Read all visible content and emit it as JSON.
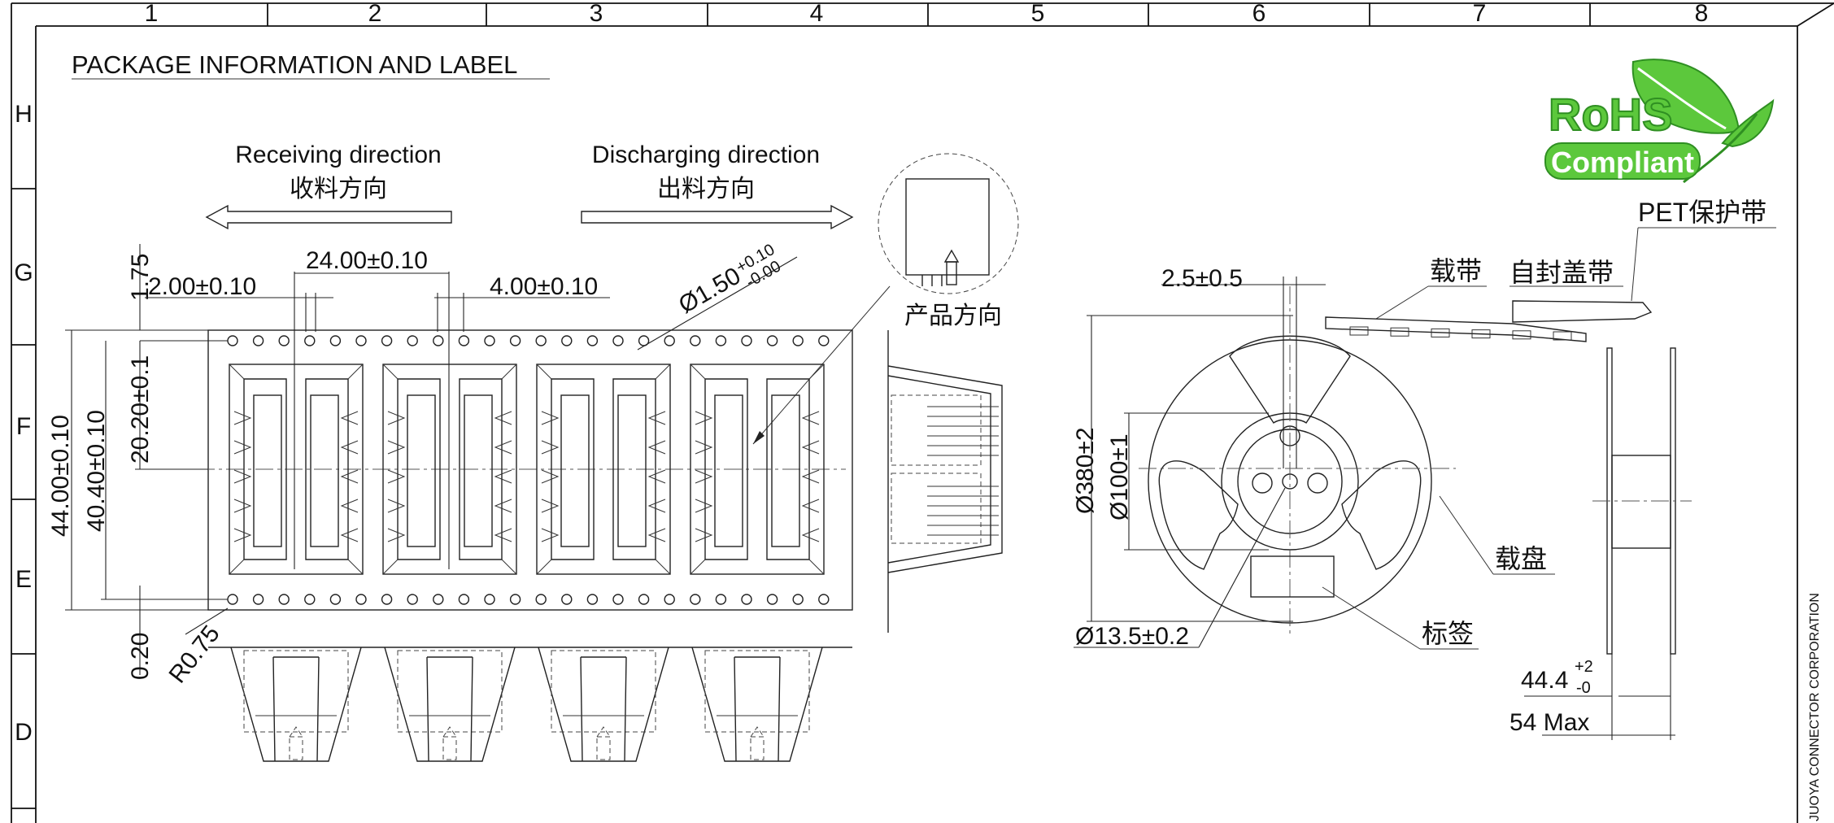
{
  "title": "PACKAGE INFORMATION AND LABEL",
  "grid_columns": [
    "1",
    "2",
    "3",
    "4",
    "5",
    "6",
    "7",
    "8"
  ],
  "grid_rows": [
    "H",
    "G",
    "F",
    "E",
    "D"
  ],
  "rohs": {
    "line1": "RoHS",
    "line2": "Compliant",
    "green": "#5cc83c",
    "dark_green": "#2f8f22"
  },
  "directions": {
    "receiving_en": "Receiving direction",
    "receiving_cn": "收料方向",
    "discharging_en": "Discharging direction",
    "discharging_cn": "出料方向"
  },
  "product_orientation": "产品方向",
  "tape_dims": {
    "d_175": "1.75",
    "d_2": "2.00±0.10",
    "d_24": "24.00±0.10",
    "d_4": "4.00±0.10",
    "d_hole_base": "Ø1.50",
    "d_hole_plus": "+0.10",
    "d_hole_minus": "-0.00",
    "d_2020": "20.20±0.1",
    "d_44": "44.00±0.10",
    "d_4040": "40.40±0.10",
    "d_020": "0.20",
    "d_r075": "R0.75"
  },
  "reel_dims": {
    "d_25": "2.5±0.5",
    "d_380": "Ø380±2",
    "d_100": "Ø100±1",
    "d_135": "Ø13.5±0.2",
    "d_444_base": "44.4",
    "d_444_plus": "+2",
    "d_444_minus": "-0",
    "d_54": "54 Max"
  },
  "reel_labels": {
    "carrier_tape": "载带",
    "cover_tape": "自封盖带",
    "pet_tape": "PET保护带",
    "reel": "载盘",
    "label": "标签"
  },
  "company": "JUOYA CONNECTOR CORPORATION"
}
